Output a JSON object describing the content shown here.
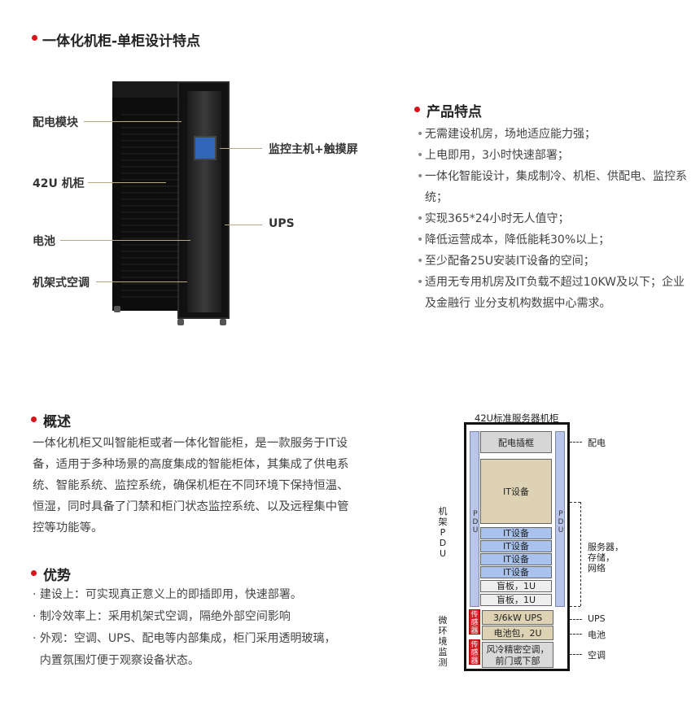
{
  "section1": {
    "title": "一体化机柜-单柜设计特点"
  },
  "callouts": {
    "power_module": "配电模块",
    "cabinet_42u": "42U 机柜",
    "battery": "电池",
    "rack_ac": "机架式空调",
    "monitor_host": "监控主机+触摸屏",
    "ups": "UPS"
  },
  "features": {
    "title": "产品特点",
    "items": [
      "无需建设机房，场地适应能力强；",
      "上电即用，3小时快速部署；",
      "一体化智能设计，集成制冷、机柜、供配电、监控系统；",
      "实现365*24小时无人值守；",
      "降低运营成本，降低能耗30%以上；",
      "至少配备25U安装IT设备的空间；",
      "适用无专用机房及IT负载不超过10KW及以下；企业及金融行 业分支机构数据中心需求。"
    ]
  },
  "overview": {
    "title": "概述",
    "text": "一体化机柜又叫智能柜或者一体化智能柜，是一款服务于IT设备，适用于多种场景的高度集成的智能柜体，其集成了供电系统、智能系统、监控系统，确保机柜在不同环境下保持恒温、恒湿，同时具备了门禁和柜门状态监控系统、以及远程集中管控等功能等。"
  },
  "advantages": {
    "title": "优势",
    "items": [
      "· 建设上：可实现真正意义上的即插即用，快速部署。",
      "· 制冷效率上：采用机架式空调，隔绝外部空间影响",
      "· 外观：空调、UPS、配电等内部集成，柜门采用透明玻璃，",
      "  内置氛围灯便于观察设备状态。"
    ]
  },
  "rack": {
    "title": "42U标准服务器机柜",
    "pdu": "PDU",
    "pdu_left_label": "机架PDU",
    "sensor_label": "微环境监测",
    "sensor": "传感器",
    "units": {
      "patch": "配电插框",
      "it_large": "IT设备",
      "it": "IT设备",
      "blank": "盲板，1U",
      "ups": "3/6kW UPS",
      "battery": "电池包，2U",
      "ac_line1": "风冷精密空调，",
      "ac_line2": "前门或下部"
    },
    "right_labels": {
      "power": "配电",
      "servers_1": "服务器，",
      "servers_2": "存储，",
      "servers_3": "网络",
      "ups": "UPS",
      "battery": "电池",
      "ac": "空调"
    },
    "colors": {
      "patch": "#d6d6d6",
      "it_large": "#ddd2b4",
      "it": "#a9c3ee",
      "blank": "#eeeeee",
      "ups": "#ddd2b4",
      "ac": "#d9d9d9",
      "sensor": "#d71d25"
    }
  }
}
